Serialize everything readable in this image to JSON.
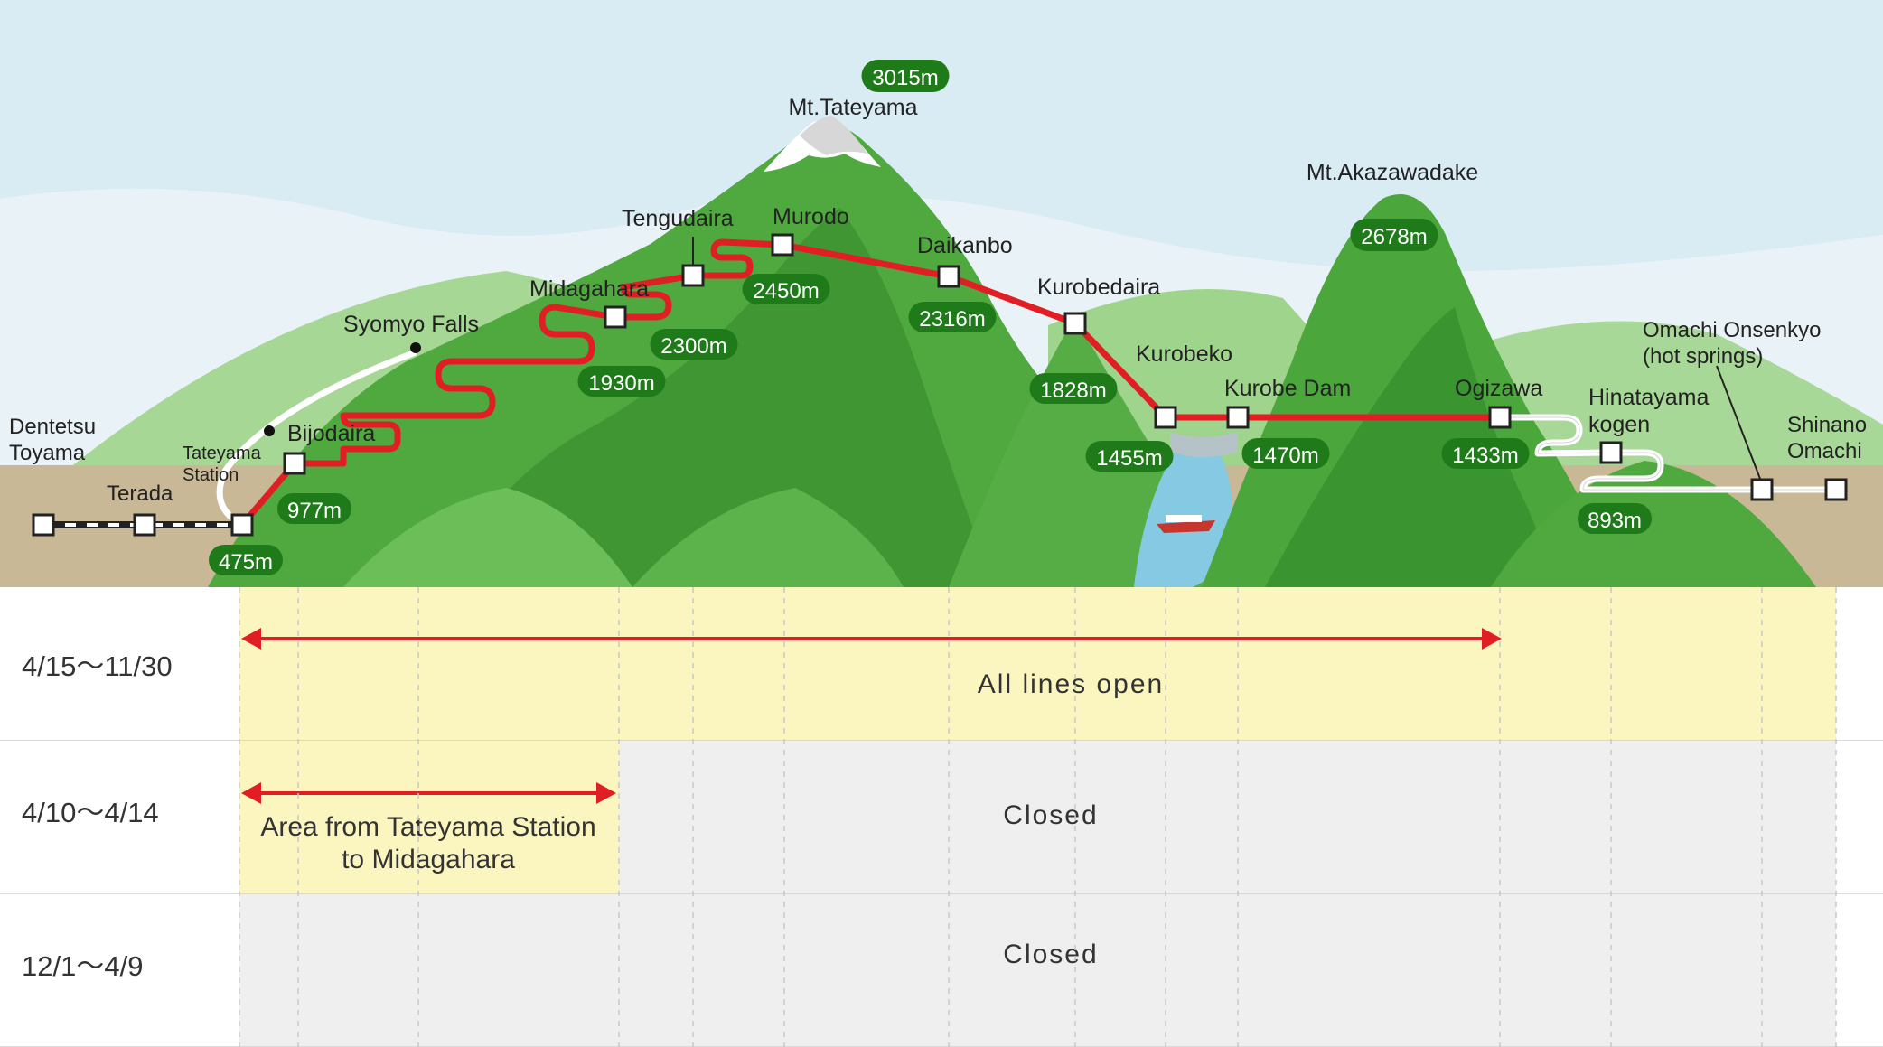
{
  "mountains": {
    "tateyama": {
      "name": "Mt.Tateyama",
      "elevation": "3015m"
    },
    "akazawadake": {
      "name": "Mt.Akazawadake",
      "elevation": "2678m"
    }
  },
  "landmarks": {
    "syomyo_falls": "Syomyo Falls"
  },
  "stations": [
    {
      "id": "dentetsu-toyama",
      "lines": [
        "Dentetsu",
        "Toyama"
      ]
    },
    {
      "id": "terada",
      "lines": [
        "Terada"
      ]
    },
    {
      "id": "tateyama-station",
      "lines": [
        "Tateyama",
        "Station"
      ],
      "elevation": "475m"
    },
    {
      "id": "bijodaira",
      "lines": [
        "Bijodaira"
      ],
      "elevation": "977m"
    },
    {
      "id": "midagahara",
      "lines": [
        "Midagahara"
      ],
      "elevation": "1930m"
    },
    {
      "id": "tengudaira",
      "lines": [
        "Tengudaira"
      ],
      "elevation": "2300m"
    },
    {
      "id": "murodo",
      "lines": [
        "Murodo"
      ],
      "elevation": "2450m"
    },
    {
      "id": "daikanbo",
      "lines": [
        "Daikanbo"
      ],
      "elevation": "2316m"
    },
    {
      "id": "kurobedaira",
      "lines": [
        "Kurobedaira"
      ],
      "elevation": "1828m"
    },
    {
      "id": "kurobeko",
      "lines": [
        "Kurobeko"
      ],
      "elevation": "1455m"
    },
    {
      "id": "kurobe-dam",
      "lines": [
        "Kurobe Dam"
      ],
      "elevation": "1470m"
    },
    {
      "id": "ogizawa",
      "lines": [
        "Ogizawa"
      ],
      "elevation": "1433m"
    },
    {
      "id": "hinatayama-kogen",
      "lines": [
        "Hinatayama",
        "kogen"
      ],
      "elevation": "893m"
    },
    {
      "id": "omachi-onsenkyo",
      "lines": [
        "Omachi Onsenkyo",
        "(hot springs)"
      ]
    },
    {
      "id": "shinano-omachi",
      "lines": [
        "Shinano",
        "Omachi"
      ]
    }
  ],
  "schedule": [
    {
      "period": "4/15〜11/30",
      "status": "All lines open"
    },
    {
      "period": "4/10〜4/14",
      "status": "Closed",
      "partial": [
        "Area from Tateyama Station",
        "to Midagahara"
      ]
    },
    {
      "period": "12/1〜4/9",
      "status": "Closed"
    }
  ],
  "colors": {
    "sky": "#dcedf5",
    "mountain_dark": "#3f9a3a",
    "mountain_mid": "#5cb54a",
    "mountain_light": "#8ccc78",
    "ground": "#c8b896",
    "route_red": "#e01e24",
    "badge_green": "#1f7a1a",
    "open_yellow": "#fbf6bf",
    "closed_gray": "#efefef",
    "lake": "#7cc3df"
  }
}
